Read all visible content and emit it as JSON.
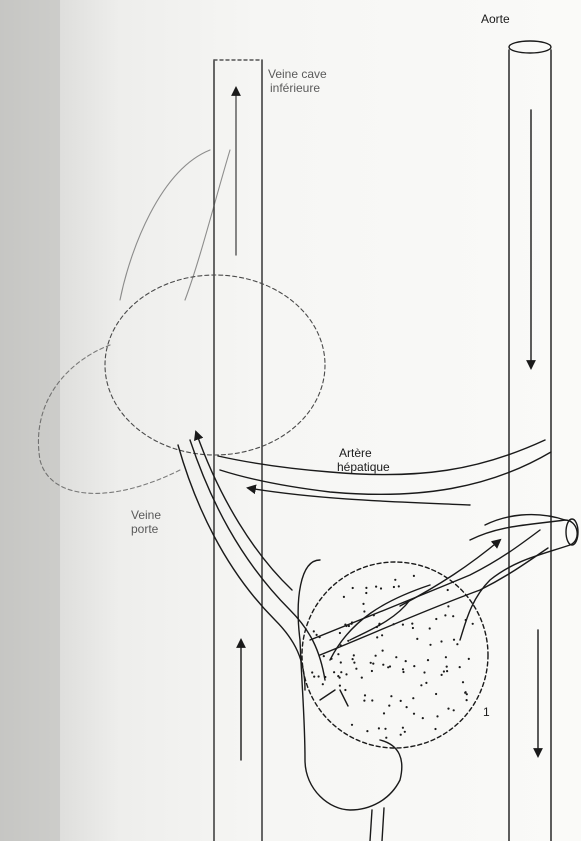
{
  "labels": {
    "aorta": "Aorte",
    "vena_cava": [
      "Veine cave",
      "inférieure"
    ],
    "hepatic_artery": [
      "Artère",
      "hépatique"
    ],
    "portal_vein": [
      "Veine",
      "porte"
    ],
    "figure_number": "1"
  },
  "colors": {
    "ink": "#1a1a1a",
    "paper": "#f6f6f4"
  }
}
